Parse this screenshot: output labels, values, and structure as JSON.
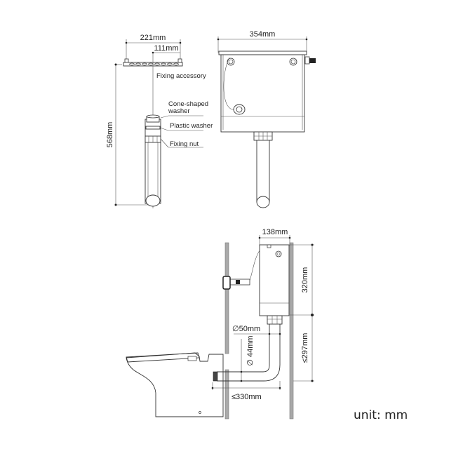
{
  "diagram": {
    "top_left": {
      "width_total": "221mm",
      "width_half": "111mm",
      "height": "568mm",
      "callouts": [
        "Fixing accessory",
        "Cone-shaped",
        "washer",
        "Plastic washer",
        "Fixing nut"
      ]
    },
    "top_right": {
      "width": "354mm"
    },
    "bottom": {
      "depth": "138mm",
      "cistern_height": "320mm",
      "drop_height": "≤297mm",
      "pipe_diameter_top": "∅50mm",
      "pipe_diameter_side": "∅ 44mm",
      "horizontal_length": "≤330mm"
    },
    "unit_label": "unit: mm"
  },
  "colors": {
    "line": "#333333",
    "wall": "#a9a9a9",
    "background": "#ffffff"
  }
}
